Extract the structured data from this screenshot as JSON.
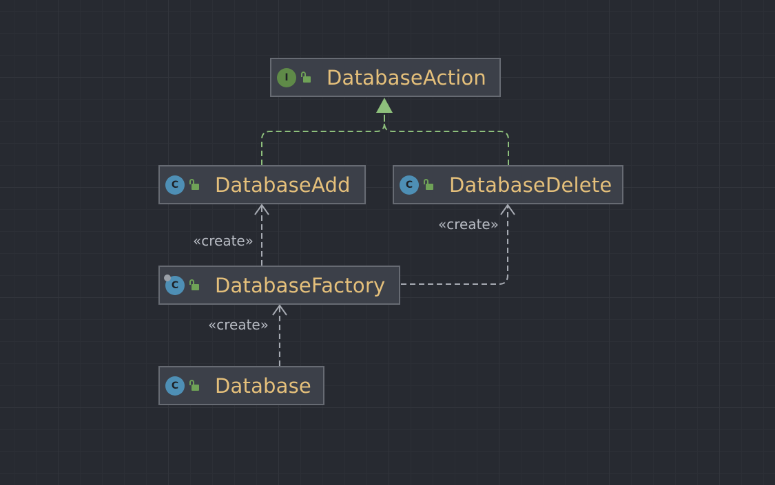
{
  "nodes": {
    "database_action": {
      "name": "DatabaseAction",
      "kind": "interface",
      "badge": "I"
    },
    "database_add": {
      "name": "DatabaseAdd",
      "kind": "class",
      "badge": "C"
    },
    "database_delete": {
      "name": "DatabaseDelete",
      "kind": "class",
      "badge": "C"
    },
    "database_factory": {
      "name": "DatabaseFactory",
      "kind": "abstract-class",
      "badge": "C"
    },
    "database": {
      "name": "Database",
      "kind": "class",
      "badge": "C"
    }
  },
  "edges": {
    "add_realizes_action": {
      "from": "DatabaseAdd",
      "to": "DatabaseAction",
      "type": "realization"
    },
    "delete_realizes_action": {
      "from": "DatabaseDelete",
      "to": "DatabaseAction",
      "type": "realization"
    },
    "factory_creates_add": {
      "from": "DatabaseFactory",
      "to": "DatabaseAdd",
      "type": "dependency",
      "label": "«create»"
    },
    "factory_creates_delete": {
      "from": "DatabaseFactory",
      "to": "DatabaseDelete",
      "type": "dependency",
      "label": "«create»"
    },
    "database_creates_factory": {
      "from": "Database",
      "to": "DatabaseFactory",
      "type": "dependency",
      "label": "«create»"
    }
  },
  "colors": {
    "background": "#272a31",
    "node_fill": "#3c4049",
    "node_border": "#676b73",
    "class_name": "#e5c07b",
    "class_badge": "#4e8fb5",
    "interface_badge": "#5f8a48",
    "visibility_icon": "#6fa257",
    "realization_edge": "#8ec07c",
    "dependency_edge": "#a7abb3"
  },
  "icons": {
    "visibility": "open-lock-icon"
  }
}
